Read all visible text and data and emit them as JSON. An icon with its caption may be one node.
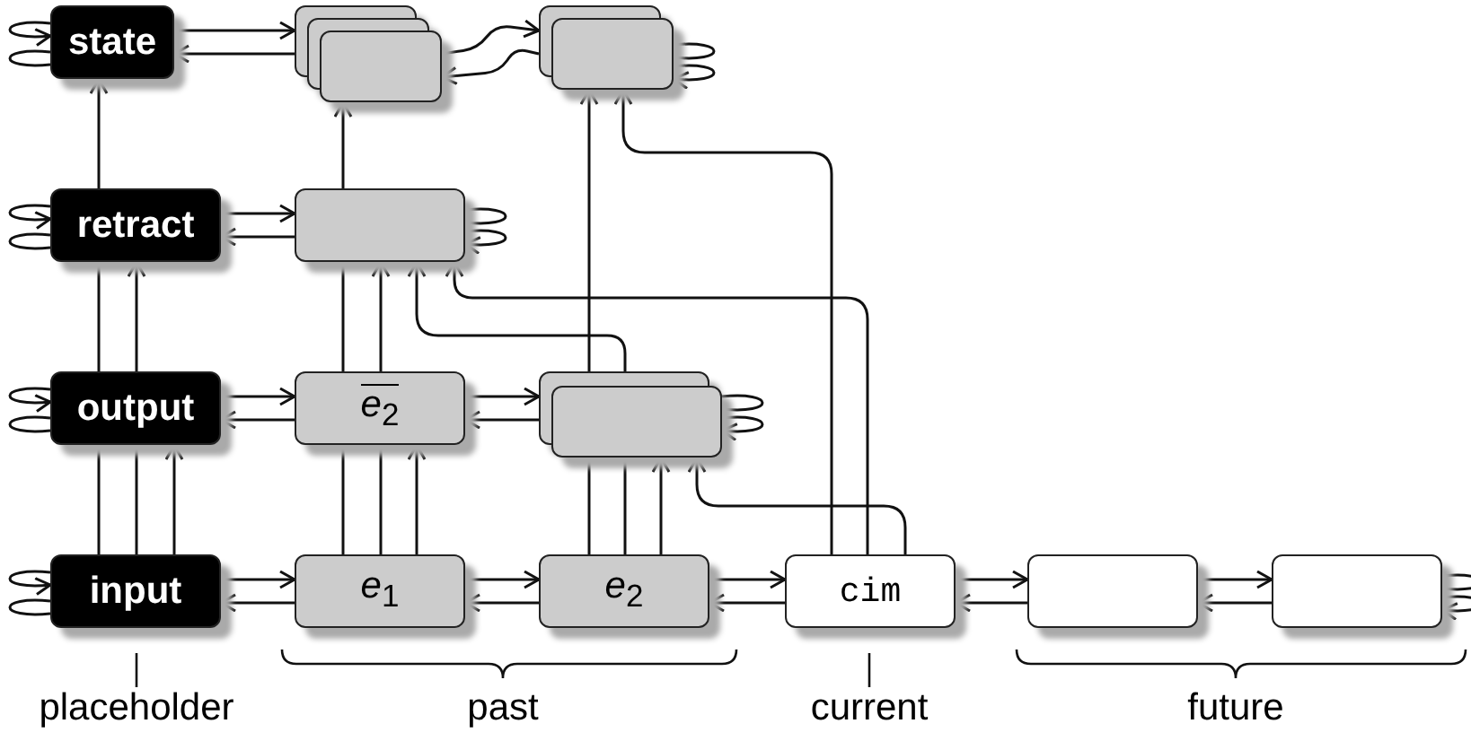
{
  "diagram": {
    "nodes": [
      {
        "text": [
          "state"
        ]
      },
      {
        "text": [],
        "shape": "box"
      },
      {
        "text": [],
        "shape": "box"
      },
      {
        "text": [
          "retract"
        ]
      },
      {
        "text": [],
        "shape": "box"
      },
      {
        "text": [
          "output"
        ]
      },
      {
        "text": [
          "*e*$_{2}$"
        ]
      },
      {
        "text": [],
        "shape": "box"
      },
      {
        "text": [
          "input"
        ]
      },
      {
        "text": [
          "*e*$_{1}$"
        ]
      },
      {
        "text": [
          "*e*$_{2}$"
        ]
      },
      {
        "text": [
          "cim"
        ]
      },
      {
        "text": [],
        "shape": "box"
      },
      {
        "text": [],
        "shape": "box"
      }
    ],
    "edges": [
      {
        "from": 0,
        "to": 0,
        "arrow": "to"
      },
      {
        "from": 0,
        "to": 0,
        "arrow": "none"
      },
      {
        "from": 0,
        "to": 1,
        "arrow": "to"
      },
      {
        "from": 1,
        "to": 0,
        "arrow": "to"
      },
      {
        "from": 1,
        "to": 2,
        "arrow": "to"
      },
      {
        "from": 2,
        "to": 1,
        "arrow": "to"
      },
      {
        "from": 2,
        "to": 2,
        "arrow": "none"
      },
      {
        "from": 2,
        "to": 2,
        "arrow": "to"
      },
      {
        "from": 3,
        "to": 3,
        "arrow": "to"
      },
      {
        "from": 3,
        "to": 3,
        "arrow": "none"
      },
      {
        "from": 3,
        "to": 4,
        "arrow": "to"
      },
      {
        "from": 4,
        "to": 3,
        "arrow": "to"
      },
      {
        "from": 4,
        "to": 4,
        "arrow": "none"
      },
      {
        "from": 4,
        "to": 4,
        "arrow": "to"
      },
      {
        "from": 5,
        "to": 5,
        "arrow": "to"
      },
      {
        "from": 5,
        "to": 5,
        "arrow": "none"
      },
      {
        "from": 5,
        "to": 6,
        "arrow": "to"
      },
      {
        "from": 6,
        "to": 5,
        "arrow": "to"
      },
      {
        "from": 6,
        "to": 7,
        "arrow": "to"
      },
      {
        "from": 7,
        "to": 6,
        "arrow": "to"
      },
      {
        "from": 7,
        "to": 7,
        "arrow": "none"
      },
      {
        "from": 7,
        "to": 7,
        "arrow": "to"
      },
      {
        "from": 8,
        "to": 8,
        "arrow": "to"
      },
      {
        "from": 8,
        "to": 8,
        "arrow": "none"
      },
      {
        "from": 8,
        "to": 9,
        "arrow": "to"
      },
      {
        "from": 9,
        "to": 8,
        "arrow": "to"
      },
      {
        "from": 9,
        "to": 10,
        "arrow": "to"
      },
      {
        "from": 10,
        "to": 9,
        "arrow": "to"
      },
      {
        "from": 10,
        "to": 11,
        "arrow": "to"
      },
      {
        "from": 11,
        "to": 10,
        "arrow": "to"
      },
      {
        "from": 11,
        "to": 12,
        "arrow": "to"
      },
      {
        "from": 12,
        "to": 11,
        "arrow": "to"
      },
      {
        "from": 12,
        "to": 13,
        "arrow": "to"
      },
      {
        "from": 13,
        "to": 12,
        "arrow": "to"
      },
      {
        "from": 13,
        "to": 13,
        "arrow": "none"
      },
      {
        "from": 13,
        "to": 13,
        "arrow": "to"
      },
      {
        "from": 3,
        "to": 0,
        "arrow": "to"
      },
      {
        "from": 5,
        "to": 3,
        "arrow": "none"
      },
      {
        "from": 8,
        "to": 5,
        "arrow": "none"
      },
      {
        "from": 5,
        "to": 3,
        "arrow": "to"
      },
      {
        "from": 8,
        "to": 5,
        "arrow": "none"
      },
      {
        "from": 8,
        "to": 5,
        "arrow": "to"
      },
      {
        "from": 4,
        "to": 1,
        "arrow": "to"
      },
      {
        "from": 6,
        "to": 4,
        "arrow": "none"
      },
      {
        "from": 9,
        "to": 6,
        "arrow": "none"
      },
      {
        "from": 6,
        "to": 4,
        "arrow": "to"
      },
      {
        "from": 9,
        "to": 6,
        "arrow": "none"
      },
      {
        "from": 9,
        "to": 6,
        "arrow": "to"
      },
      {
        "from": 7,
        "to": 2,
        "arrow": "to"
      },
      {
        "from": 10,
        "to": 7,
        "arrow": "none"
      },
      {
        "from": 7,
        "to": 4,
        "arrow": "to"
      },
      {
        "from": 10,
        "to": 7,
        "arrow": "none"
      },
      {
        "from": 10,
        "to": 7,
        "arrow": "to"
      },
      {
        "from": 11,
        "to": 2,
        "arrow": "to"
      },
      {
        "from": 11,
        "to": 4,
        "arrow": "to"
      },
      {
        "from": 11,
        "to": 7,
        "arrow": "to"
      }
    ],
    "labels": [
      "placeholder",
      "past",
      "current",
      "future"
    ]
  }
}
